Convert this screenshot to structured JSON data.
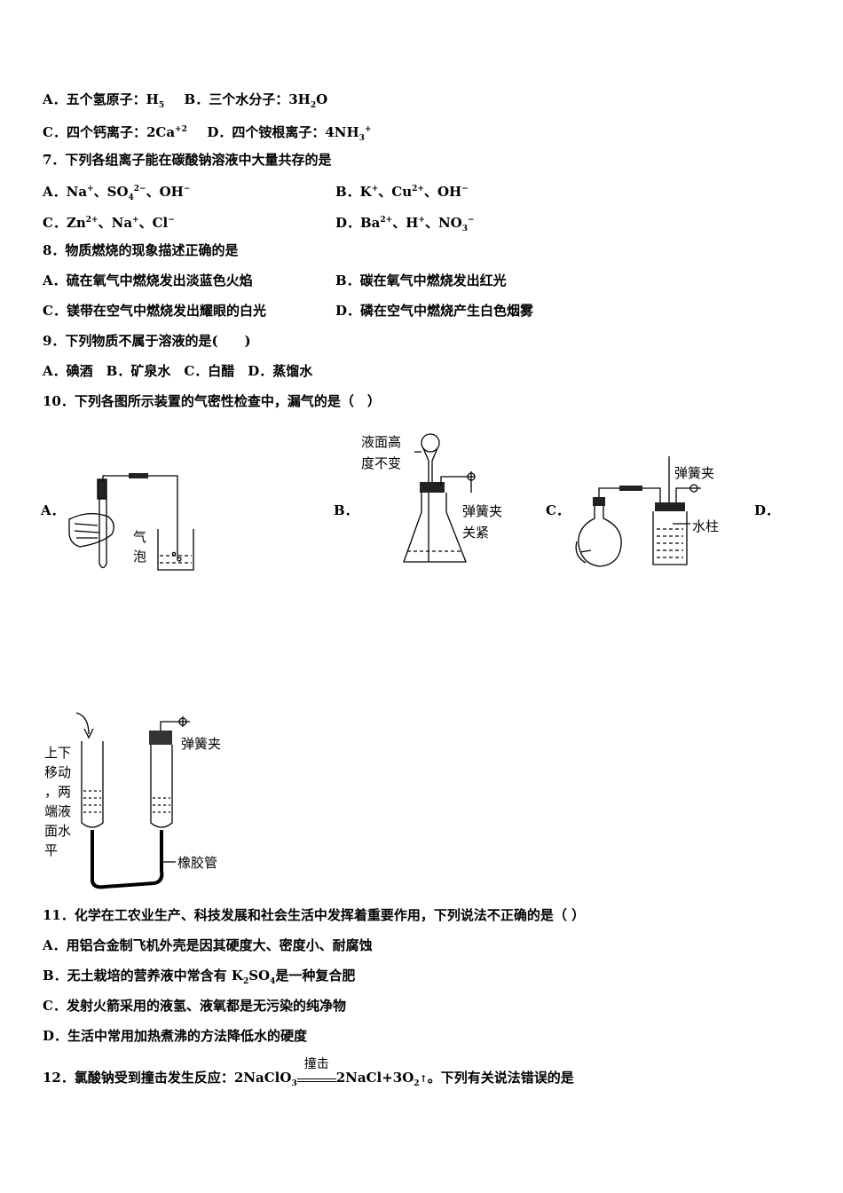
{
  "q6": {
    "optA_text": "A．五个氢原子：H",
    "optA_sub": "5",
    "optB_text": "B．三个水分子：3H",
    "optB_sub": "2",
    "optB_tail": "O",
    "optC_text": "C．四个钙离子：2Ca",
    "optC_sup": "+2",
    "optD_text": "D．四个铵根离子：4NH",
    "optD_sub": "3",
    "optD_sup": "+"
  },
  "q7": {
    "stem": "7．下列各组离子能在碳酸钠溶液中大量共存的是",
    "A": {
      "p1": "A．Na",
      "s1": "+",
      "p2": "、SO",
      "b2": "4",
      "s2": "2−",
      "p3": "、OH",
      "s3": "−"
    },
    "B": {
      "p1": "B．K",
      "s1": "+",
      "p2": "、Cu",
      "s2": "2+",
      "p3": "、OH",
      "s3": "−"
    },
    "C": {
      "p1": "C．Zn",
      "s1": "2+",
      "p2": "、Na",
      "s2": "+",
      "p3": "、Cl",
      "s3": "−"
    },
    "D": {
      "p1": "D．Ba",
      "s1": "2+",
      "p2": "、H",
      "s2": "+",
      "p3": "、NO",
      "b3": "3",
      "s3": "−"
    }
  },
  "q8": {
    "stem": "8．物质燃烧的现象描述正确的是",
    "A": "A．硫在氧气中燃烧发出淡蓝色火焰",
    "B": "B．碳在氧气中燃烧发出红光",
    "C": "C．镁带在空气中燃烧发出耀眼的白光",
    "D": "D．磷在空气中燃烧产生白色烟雾"
  },
  "q9": {
    "stem": "9．下列物质不属于溶液的是(　　)",
    "options": "A．碘酒　B．矿泉水　C．白醋　D．蒸馏水"
  },
  "q10": {
    "stem": "10．下列各图所示装置的气密性检查中，漏气的是（　）",
    "label_A": "A．",
    "label_B": "B．",
    "label_C": "C．",
    "label_D": "D．",
    "figA_bubble_1": "气",
    "figA_bubble_2": "泡",
    "figB_level_1": "液面高",
    "figB_level_2": "度不变",
    "figB_clip_1": "弹簧夹",
    "figB_clip_2": "关紧",
    "figC_clip": "弹簧夹",
    "figC_column": "水柱",
    "figD_move": [
      "上下",
      "移动",
      "，两",
      "端液",
      "面水",
      "平"
    ],
    "figD_clip": "弹簧夹",
    "figD_tube": "橡胶管"
  },
  "q11": {
    "stem": "11．化学在工农业生产、科技发展和社会生活中发挥着重要作用，下列说法不正确的是（ ）",
    "A": "A．用铝合金制飞机外壳是因其硬度大、密度小、耐腐蚀",
    "B_pre": "B．无土栽培的营养液中常含有 K",
    "B_sub1": "2",
    "B_mid": "SO",
    "B_sub2": "4",
    "B_post": "是一种复合肥",
    "C": "C．发射火箭采用的液氢、液氧都是无污染的纯净物",
    "D": "D．生活中常用加热煮沸的方法降低水的硬度"
  },
  "q12": {
    "pre": "12．氯酸钠受到撞击发生反应：2NaClO",
    "sub1": "3",
    "condition": "撞击",
    "mid": "2NaCl+3O",
    "sub2": "2",
    "arrow": "↑",
    "post": "。下列有关说法错误的是"
  }
}
